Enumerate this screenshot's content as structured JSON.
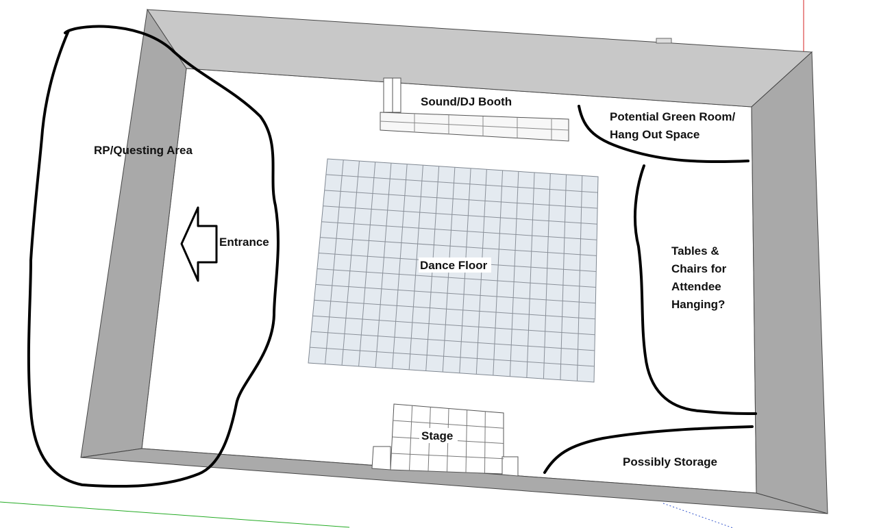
{
  "labels": {
    "sound_booth": "Sound/DJ Booth",
    "green_room_line1": "Potential Green Room/",
    "green_room_line2": "Hang Out Space",
    "rp_area": "RP/Questing Area",
    "entrance": "Entrance",
    "dance_floor": "Dance Floor",
    "tables_line1": "Tables &",
    "tables_line2": "Chairs for",
    "tables_line3": "Attendee",
    "tables_line4": "Hanging?",
    "stage": "Stage",
    "storage": "Possibly Storage"
  },
  "colors": {
    "wall_top": "#c8c8c8",
    "wall_side": "#a9a9a9",
    "floor": "#ffffff",
    "dance_tile": "#e4eaf0",
    "grid_line": "#8a9099",
    "sketch_line": "#000000",
    "axis_red": "#d42020",
    "axis_green": "#22aa22",
    "axis_blue": "#3355cc"
  },
  "icons": {
    "entrance_arrow": "left-arrow-icon"
  }
}
